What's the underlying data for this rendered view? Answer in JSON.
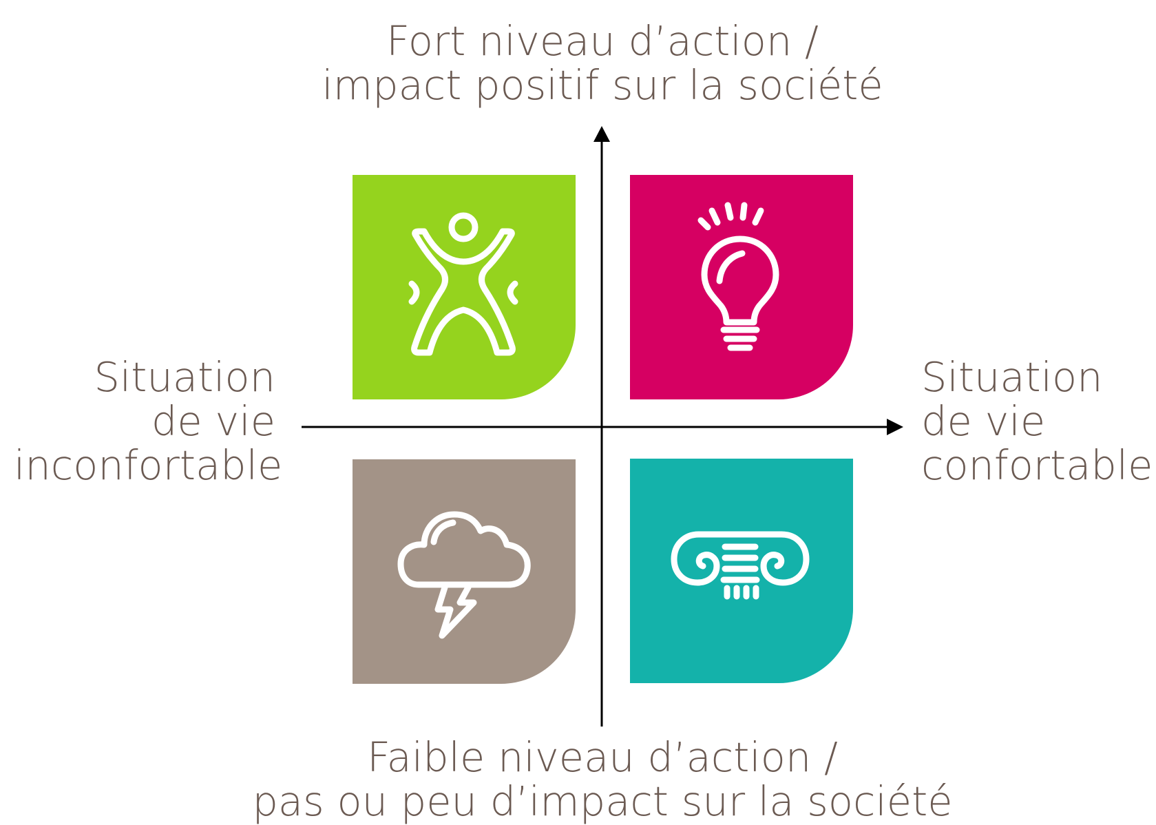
{
  "axes": {
    "top": [
      "Fort niveau d’action /",
      "impact positif sur la société"
    ],
    "bottom": [
      "Faible niveau d’action /",
      "pas ou peu d’impact sur la société"
    ],
    "left": [
      "Situation",
      "de vie",
      "inconfortable"
    ],
    "right": [
      "Situation",
      "de vie",
      "confortable"
    ]
  },
  "quadrants": [
    {
      "position": "top-left",
      "color": "#95d31e",
      "icon": "person-energy-icon"
    },
    {
      "position": "top-right",
      "color": "#d60062",
      "icon": "lightbulb-icon"
    },
    {
      "position": "bottom-left",
      "color": "#a39387",
      "icon": "storm-cloud-icon"
    },
    {
      "position": "bottom-right",
      "color": "#14b2aa",
      "icon": "ionic-column-icon"
    }
  ],
  "colors": {
    "text": "#6b5a52",
    "axis": "#000000"
  }
}
